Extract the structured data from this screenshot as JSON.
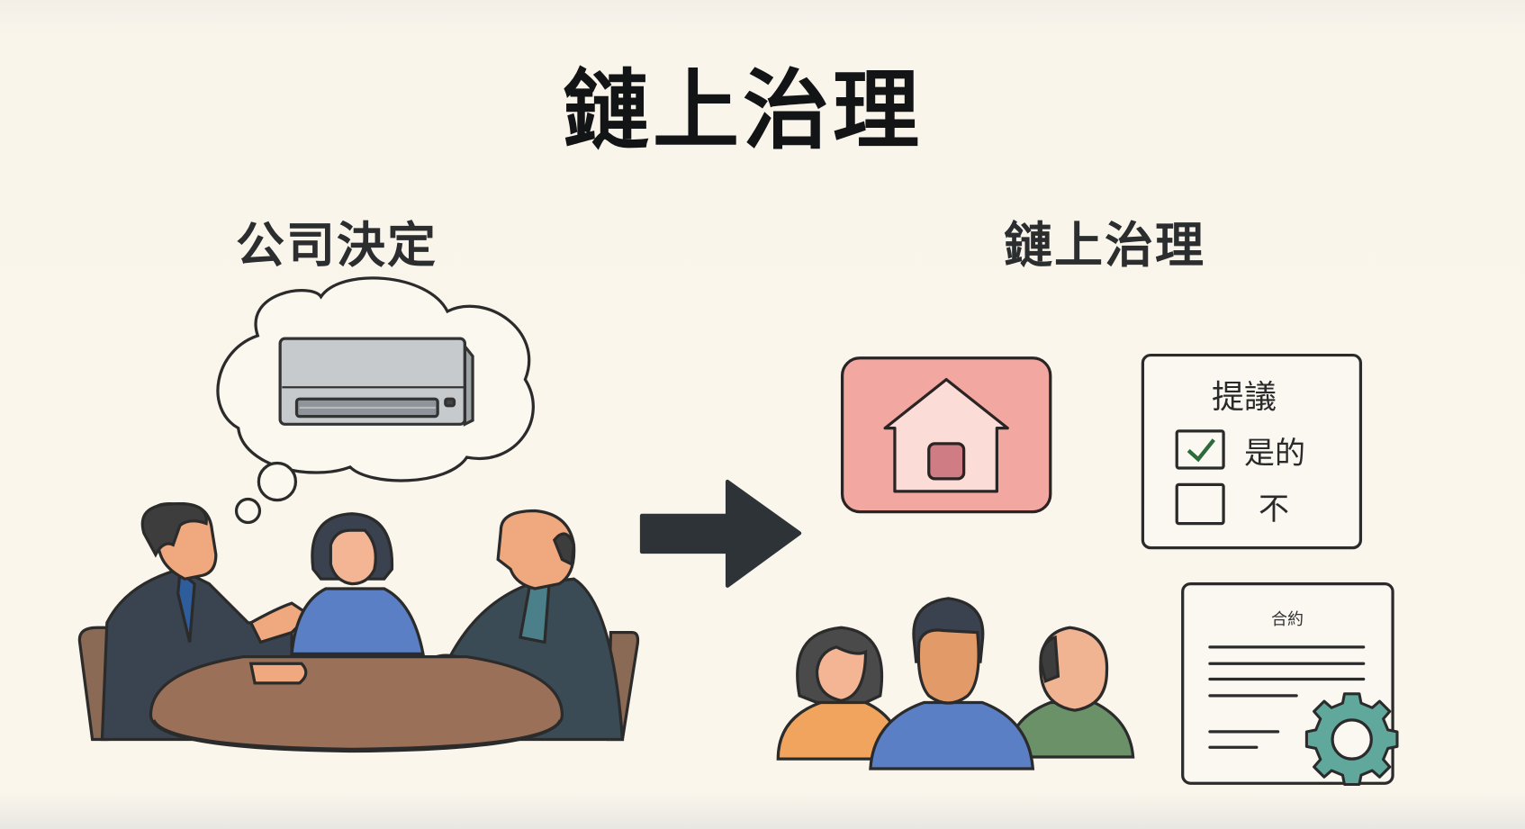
{
  "title": "鏈上治理",
  "left_panel": {
    "heading": "公司決定",
    "thought_item": "air-conditioner",
    "people_count": 3
  },
  "arrow": "right-arrow",
  "right_panel": {
    "heading": "鏈上治理",
    "proposal_card": {
      "title": "提議",
      "options": [
        {
          "label": "是的",
          "checked": true
        },
        {
          "label": "不",
          "checked": false
        }
      ]
    },
    "contract_card": {
      "title": "合約"
    },
    "home_icon": "house-icon",
    "community_people_count": 3
  },
  "colors": {
    "background": "#f9f5eb",
    "house_bg": "#f2a8a0",
    "check_green": "#2e6b3a",
    "gear_teal": "#5fa89b",
    "arrow": "#2e3338"
  }
}
